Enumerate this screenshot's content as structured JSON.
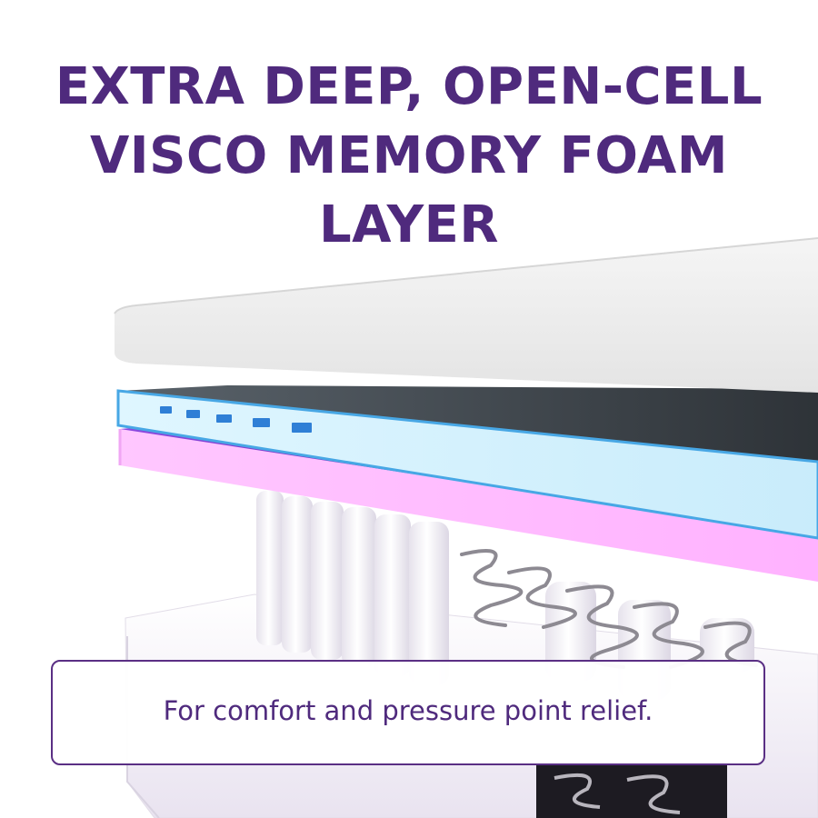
{
  "headline": {
    "lines": [
      "EXTRA DEEP, OPEN-CELL",
      "VISCO MEMORY FOAM",
      "LAYER"
    ]
  },
  "caption": {
    "text": "For comfort and pressure point relief."
  },
  "colors": {
    "headline": "#4f2a7d",
    "caption_border": "#5a2f84",
    "top_layer": "#ececec",
    "cooling_layer": "#cdeefb",
    "cooling_glow": "#3aa8e8",
    "memory_foam_layer": "#ffb8ff",
    "memory_foam_edge": "#6a2fc0",
    "pocket_spring_fabric": "#f4f2f7",
    "base": "#f0edf4"
  },
  "illustration": {
    "description_icon": "mattress-layers-cutaway"
  }
}
